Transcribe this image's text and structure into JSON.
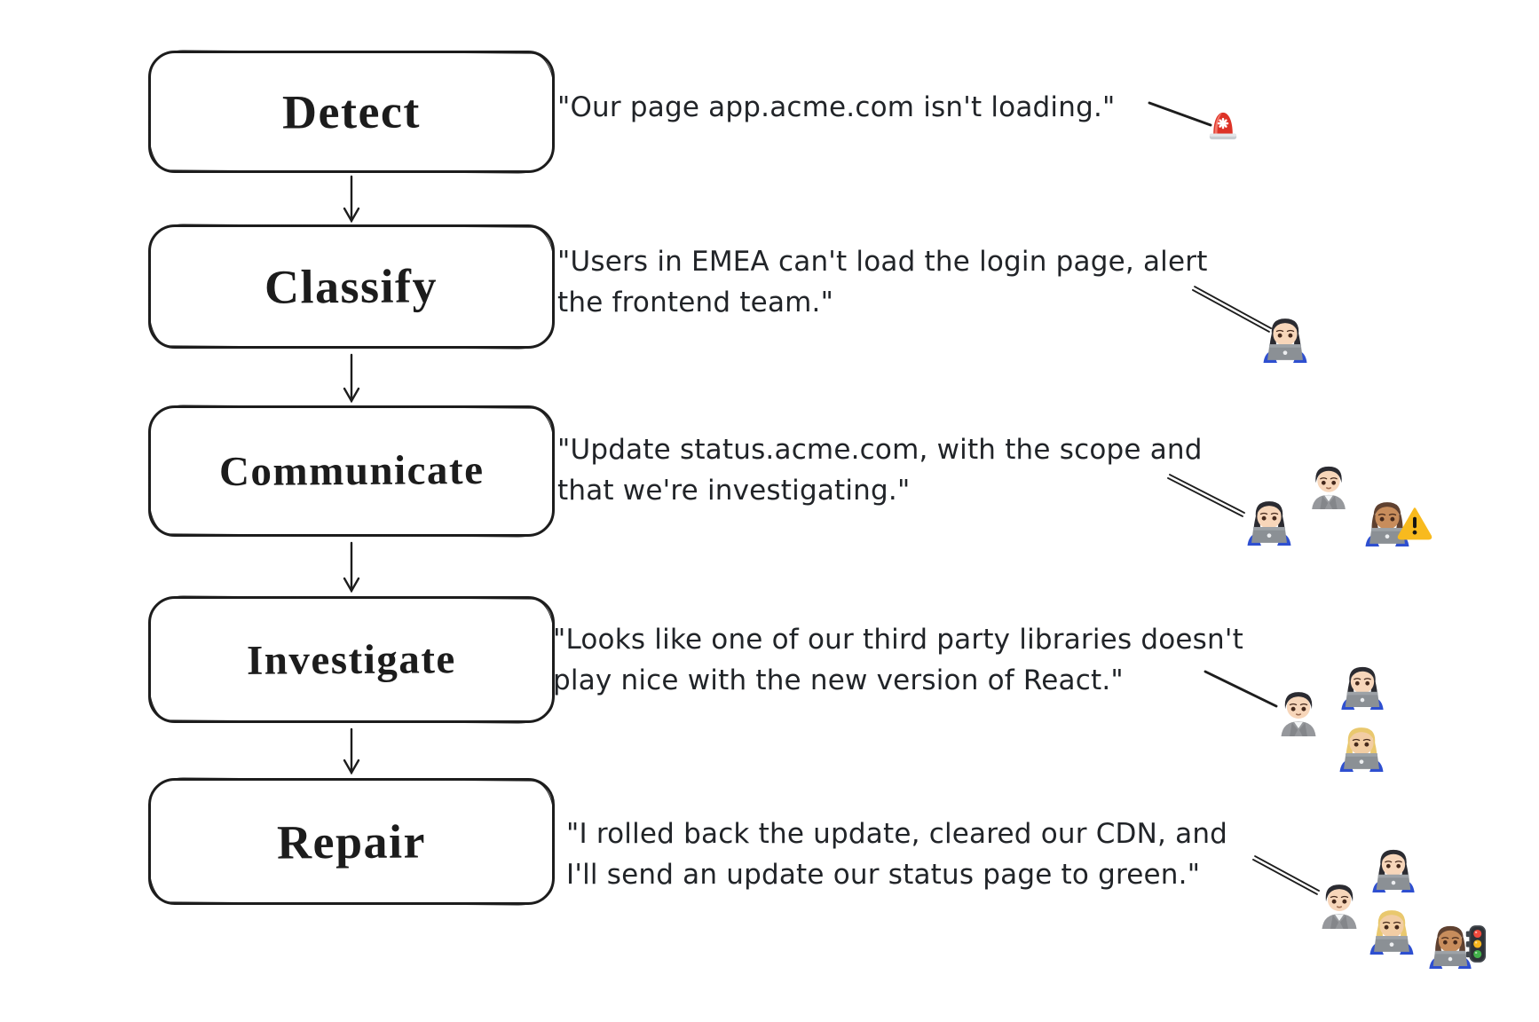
{
  "colors": {
    "ink": "#1d1d1d",
    "quote_text": "#212428",
    "background": "#ffffff",
    "shirt_blue": "#2e4fd0",
    "siren_red": "#dd3327",
    "warning_yellow": "#f8ba1e"
  },
  "flow": {
    "steps": [
      {
        "label": "Detect",
        "quote": [
          "\"Our page app.acme.com isn't loading.\""
        ],
        "emojis": [
          "police-car-light"
        ]
      },
      {
        "label": "Classify",
        "quote": [
          "\"Users in EMEA can't load the login page, alert",
          "the frontend team.\""
        ],
        "emojis": [
          "woman-technologist-light-skin"
        ]
      },
      {
        "label": "Communicate",
        "quote": [
          "\"Update status.acme.com, with the scope and",
          "that we're investigating.\""
        ],
        "emojis": [
          "woman-technologist-light-skin",
          "person-light-skin",
          "person-technologist-medium-skin",
          "warning-sign"
        ]
      },
      {
        "label": "Investigate",
        "quote": [
          "\"Looks like one of our third party libraries doesn't",
          "play nice with the new version of React.\""
        ],
        "emojis": [
          "person-light-skin",
          "woman-technologist-light-skin",
          "woman-technologist-blonde-medium-light-skin"
        ]
      },
      {
        "label": "Repair",
        "quote": [
          "\"I rolled back the update, cleared our CDN, and",
          "I'll send an update our status page to green.\""
        ],
        "emojis": [
          "person-light-skin",
          "woman-technologist-light-skin",
          "woman-technologist-blonde-medium-light-skin",
          "person-technologist-medium-skin",
          "vertical-traffic-light"
        ]
      }
    ]
  }
}
